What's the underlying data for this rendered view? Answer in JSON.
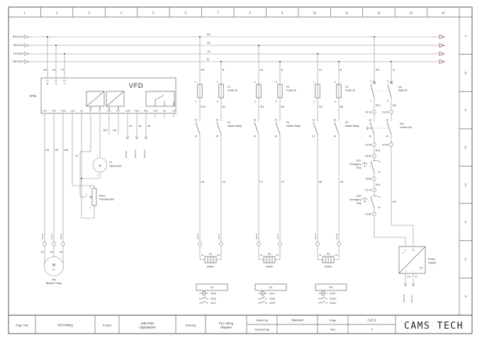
{
  "frame": {
    "columns": [
      "1",
      "2",
      "3",
      "4",
      "5",
      "6",
      "7",
      "8",
      "9",
      "10",
      "11",
      "12",
      "13",
      "14"
    ],
    "rows": [
      "A",
      "B",
      "C",
      "D",
      "E",
      "F",
      "G",
      "H"
    ]
  },
  "colors": {
    "wire": "#8a8a8a",
    "symbol": "#666666",
    "text": "#333333",
    "offpage_arrow": "#9c4c3c",
    "background": "#ffffff"
  },
  "buses": [
    {
      "wire": "R3",
      "source": "R3/3.A14"
    },
    {
      "wire": "S3",
      "source": "S3/3.A14"
    },
    {
      "wire": "T3",
      "source": "T3/3.B14"
    },
    {
      "wire": "N",
      "source": "N3/3.B14"
    }
  ],
  "vfd": {
    "ref": "VFD1",
    "title": "VFD",
    "input_wires": [
      "R3",
      "S3",
      "T3"
    ],
    "input_terminals": [
      [
        "L1",
        "R"
      ],
      [
        "L2",
        "S"
      ],
      [
        "L3",
        "T"
      ]
    ],
    "output_terminals": [
      "T1/U",
      "T2/V",
      "T3/W",
      "+10V",
      "0V",
      "A+",
      "A-",
      "AO+",
      "AO-",
      "COM",
      "FWD",
      "REV",
      "COM",
      "NO",
      "NC"
    ]
  },
  "motor_circuit": {
    "wire_labels": [
      "U5",
      "V5",
      "W5"
    ],
    "terminals": [
      "X2-10",
      "X2-11",
      "X2-12"
    ],
    "motor_terminals": [
      "U1",
      "U2",
      "U3"
    ],
    "motor_symbol": "M",
    "motor_phase": "3~",
    "ref": "M4",
    "name": "Blower Pump"
  },
  "speed_pot": {
    "wire_label": "A+",
    "ref": "Res1",
    "name": "Potentiometer",
    "terminals": [
      "3",
      "2",
      "1"
    ]
  },
  "tachometer": {
    "ref": "P1",
    "name": "Tachometer",
    "symbol": "n",
    "terminals": [
      "1",
      "2"
    ]
  },
  "analog_output_labels": [
    "AO+",
    "AO-"
  ],
  "plc_outputs": {
    "wire_numbers": [
      "33",
      "34",
      "35"
    ],
    "cross_refs": [
      "33/6.H9",
      "34/6.H10",
      "35/6.H11"
    ]
  },
  "branches": [
    {
      "phase": "R3",
      "neutral": "N",
      "fuse": {
        "ref": "F1",
        "name": "FUSE 2P",
        "terminals": [
          "1",
          "2",
          "3",
          "4"
        ]
      },
      "wires_mid": [
        "R11",
        "N1"
      ],
      "relay": {
        "ref": "K1",
        "name": "Heater Relay",
        "terminals": [
          "13",
          "14",
          "23",
          "24"
        ]
      },
      "wires_low": [
        "U6",
        "V6"
      ],
      "terminals": [
        "X2-13",
        "X2-14"
      ],
      "heater": {
        "ref": "H1",
        "name": "Heater",
        "terminals": [
          "A1",
          "A2"
        ]
      }
    },
    {
      "phase": "S3",
      "neutral": "N",
      "fuse": {
        "ref": "F2",
        "name": "FUSE 2P",
        "terminals": [
          "1",
          "2",
          "3",
          "4"
        ]
      },
      "wires_mid": [
        "S11",
        "N2"
      ],
      "relay": {
        "ref": "K2",
        "name": "Heater Relay",
        "terminals": [
          "13",
          "14",
          "23",
          "24"
        ]
      },
      "wires_low": [
        "U7",
        "V7"
      ],
      "terminals": [
        "X2-15",
        "X2-16"
      ],
      "heater": {
        "ref": "H2",
        "name": "Heater",
        "terminals": [
          "A1",
          "A2"
        ]
      }
    },
    {
      "phase": "T3",
      "neutral": "N",
      "fuse": {
        "ref": "F3",
        "name": "FUSE 2P",
        "terminals": [
          "1",
          "2",
          "3",
          "4"
        ]
      },
      "wires_mid": [
        "T11",
        "N3"
      ],
      "relay": {
        "ref": "K3",
        "name": "Heater Relay",
        "terminals": [
          "13",
          "14",
          "23",
          "24"
        ]
      },
      "wires_low": [
        "U8",
        "V8"
      ],
      "terminals": [
        "X2-17",
        "X2-18"
      ],
      "heater": {
        "ref": "H3",
        "name": "Heater",
        "terminals": [
          "A1",
          "A2"
        ]
      }
    }
  ],
  "relay_refs": [
    {
      "ref": "K1",
      "coil": "/4.H3",
      "contacts": [
        "/3.D6",
        "/3.D7"
      ]
    },
    {
      "ref": "K2",
      "coil": "/4.H4",
      "contacts": [
        "/3.D8",
        "/3.D9"
      ]
    },
    {
      "ref": "K3",
      "coil": "/4.H5",
      "contacts": [
        "/3.D10",
        "/3.D11"
      ]
    }
  ],
  "control": {
    "phase_label": "R3",
    "neutral_label": "N",
    "breaker": {
      "ref": "Q4",
      "name": "MCB 2P",
      "terminals": [
        "1",
        "2",
        "3",
        "4"
      ]
    },
    "wire_labels_after_breaker": [
      "R12",
      "N4"
    ],
    "switch": {
      "ref": "S31",
      "name": "Control ON",
      "terminals": [
        "13",
        "14",
        "23",
        "24"
      ]
    },
    "x3_terminals": [
      "X3-1A",
      "X3-3A",
      "X3-2A",
      "X3-4A",
      "X3-5A",
      "X3-6A",
      "X3-7A",
      "X3-8A"
    ],
    "wire_r13": "R13",
    "wire_r14": "R14",
    "wire_n5": "N5",
    "estops": [
      {
        "ref": "ES1",
        "name": [
          "Emergency",
          "Stop"
        ],
        "terminals": [
          "11",
          "12"
        ]
      },
      {
        "ref": "ES2",
        "name": [
          "Emergency",
          "Stop"
        ],
        "terminals": [
          "11",
          "12"
        ]
      }
    ],
    "psu": {
      "name": [
        "Power",
        "Supply"
      ],
      "ac_symbol": "~",
      "input_terminals": [
        "L",
        "N"
      ],
      "output_terminals": [
        "+",
        "-"
      ],
      "output_labels": [
        "24V",
        "0V"
      ],
      "output_refs": [
        "24V/5.A1",
        "0V/5.A1"
      ]
    }
  },
  "title_block": {
    "page_title_label": "Page Title",
    "page_title": "VFD Wiring",
    "project_label": "Project",
    "project": [
      "Jelly Plant",
      "Upgradation"
    ],
    "drawing_label": "Drawing",
    "drawing": [
      "PLC wiring",
      "Diagram"
    ],
    "drawn_by_label": "Drawn By",
    "drawn_by": "Memood",
    "checked_by_label": "Checked By",
    "checked_by": "",
    "page_label": "Page",
    "page_value": "3 of 11",
    "rev_label": "Rev",
    "rev_value": "1",
    "company": "CAMS TECH"
  }
}
